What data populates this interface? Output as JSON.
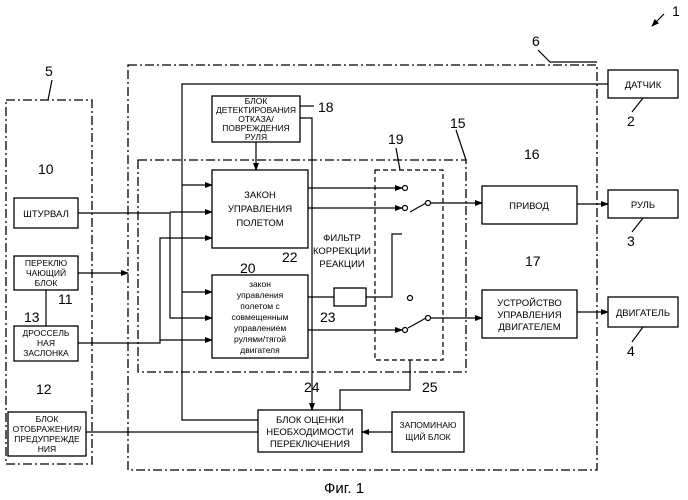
{
  "caption": "Фиг. 1",
  "ref_numbers": {
    "system": "1",
    "sensor": "2",
    "rudder": "3",
    "engine": "4",
    "cockpit": "5",
    "controller": "6",
    "wheel": "10",
    "throttle": "11",
    "display": "12",
    "switch": "13",
    "controller_inner": "15",
    "actuator": "16",
    "engine_ctrl": "17",
    "fault_detect": "18",
    "selector": "19",
    "law1": "20",
    "law2": "22",
    "filter": "23",
    "evaluator": "24",
    "memory": "25"
  },
  "blocks": {
    "sensor": [
      "ДАТЧИК"
    ],
    "rudder": [
      "РУЛЬ"
    ],
    "engine": [
      "ДВИГАТЕЛЬ"
    ],
    "actuator": [
      "ПРИВОД"
    ],
    "engine_ctrl": [
      "УСТРОЙСТВО",
      "УПРАВЛЕНИЯ",
      "ДВИГАТЕЛЕМ"
    ],
    "wheel": [
      "ШТУРВАЛ"
    ],
    "switch": [
      "ПЕРЕКЛЮ",
      "ЧАЮЩИЙ",
      "БЛОК"
    ],
    "throttle": [
      "ДРОССЕЛЬ",
      "НАЯ",
      "ЗАСЛОНКА"
    ],
    "display": [
      "БЛОК",
      "ОТОБРАЖЕНИЯ/",
      "ПРЕДУПРЕЖДЕ",
      "НИЯ"
    ],
    "fault_detect": [
      "БЛОК",
      "ДЕТЕКТИРОВАНИЯ",
      "ОТКАЗА/",
      "ПОВРЕЖДЕНИЯ",
      "РУЛЯ"
    ],
    "law1": [
      "ЗАКОН",
      "УПРАВЛЕНИЯ",
      "ПОЛЕТОМ"
    ],
    "law2": [
      "закон",
      "управления",
      "полетом с",
      "совмещенным",
      "управлением",
      "рулями/тягой",
      "двигателя"
    ],
    "filter": [
      "ФИЛЬТР",
      "КОРРЕКЦИИ",
      "РЕАКЦИИ"
    ],
    "evaluator": [
      "БЛОК ОЦЕНКИ",
      "НЕОБХОДИМОСТИ",
      "ПЕРЕКЛЮЧЕНИЯ"
    ],
    "memory": [
      "ЗАПОМИНАЮ",
      "ЩИЙ БЛОК"
    ]
  }
}
